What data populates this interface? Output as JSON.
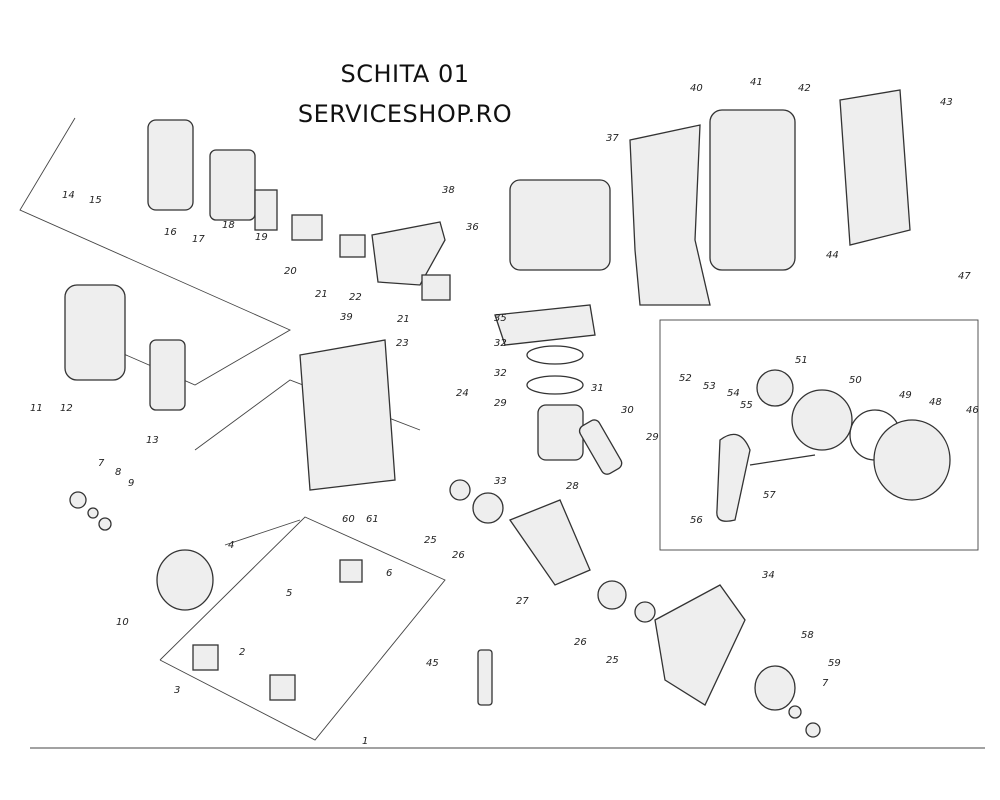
{
  "header": {
    "title": "SCHITA 01",
    "subtitle": "SERVICESHOP.RO"
  },
  "part_labels": [
    "14",
    "15",
    "16",
    "17",
    "18",
    "19",
    "20",
    "21",
    "22",
    "21",
    "36",
    "38",
    "37",
    "40",
    "41",
    "42",
    "43",
    "44",
    "47",
    "35",
    "32",
    "32",
    "29",
    "31",
    "30",
    "29",
    "39",
    "23",
    "24",
    "11",
    "12",
    "13",
    "7",
    "8",
    "9",
    "4",
    "10",
    "5",
    "6",
    "2",
    "3",
    "1",
    "60",
    "61",
    "25",
    "26",
    "33",
    "28",
    "27",
    "26",
    "25",
    "34",
    "58",
    "59",
    "7",
    "45",
    "52",
    "53",
    "54",
    "55",
    "51",
    "50",
    "49",
    "48",
    "46",
    "56",
    "57"
  ]
}
